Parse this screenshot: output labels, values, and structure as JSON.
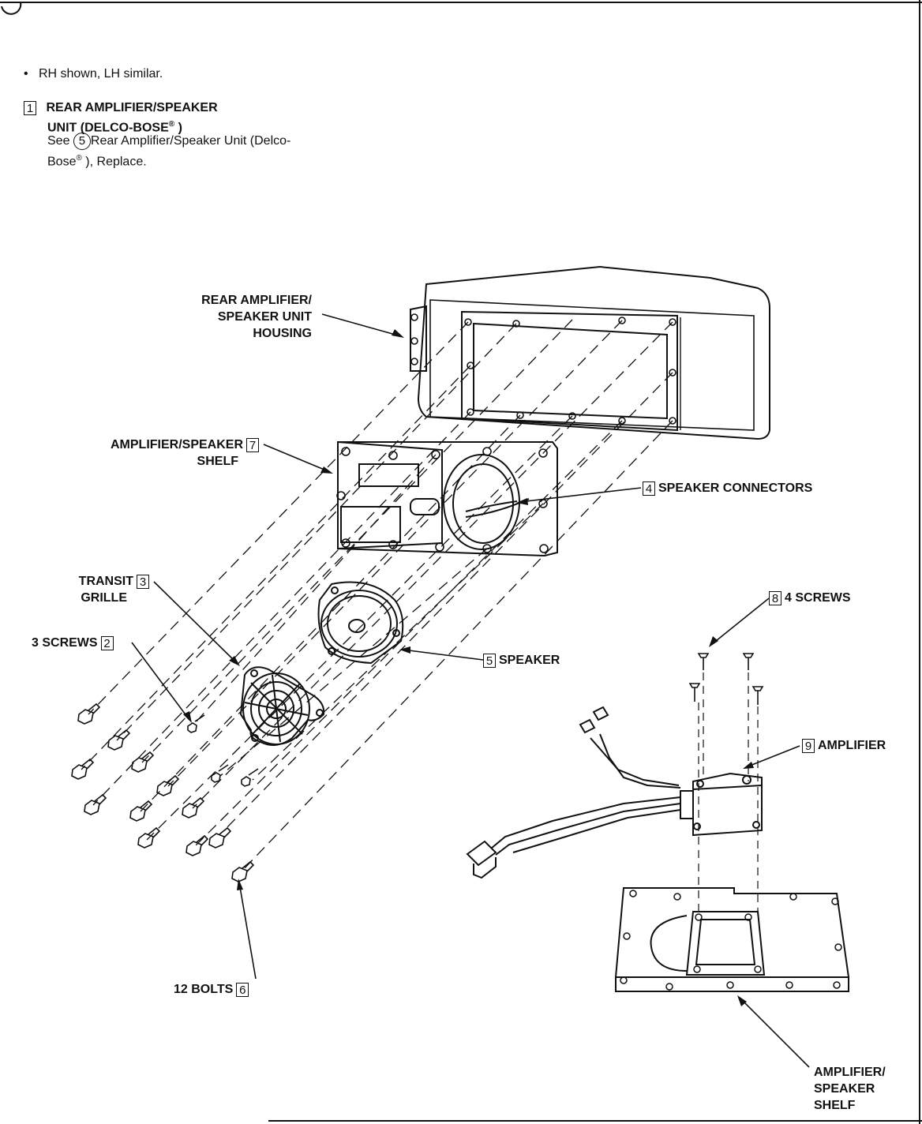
{
  "notes": {
    "bullet": "RH shown, LH similar.",
    "step1": {
      "number": "1",
      "title_line1": "REAR AMPLIFIER/SPEAKER",
      "title_line2": "UNIT (DELCO-BOSE",
      "reg_mark": "®",
      "title_close": " )",
      "see_prefix": "See",
      "see_ref": "5",
      "see_text": "Rear Amplifier/Speaker Unit (Delco-",
      "see_line2_a": "Bose",
      "see_line2_b": " ), Replace."
    }
  },
  "callouts": {
    "housing": {
      "line1": "REAR AMPLIFIER/",
      "line2": "SPEAKER UNIT",
      "line3": "HOUSING"
    },
    "shelf7": {
      "line1": "AMPLIFIER/SPEAKER",
      "line2": "SHELF",
      "number": "7"
    },
    "connectors4": {
      "number": "4",
      "label": "SPEAKER CONNECTORS"
    },
    "grille3": {
      "line1": "TRANSIT",
      "line2": "GRILLE",
      "number": "3"
    },
    "screws2": {
      "label": "3 SCREWS",
      "number": "2"
    },
    "speaker5": {
      "number": "5",
      "label": "SPEAKER"
    },
    "screws8": {
      "number": "8",
      "label": "4 SCREWS"
    },
    "amplifier9": {
      "number": "9",
      "label": "AMPLIFIER"
    },
    "bolts6": {
      "label": "12 BOLTS",
      "number": "6"
    },
    "shelf_lower": {
      "line1": "AMPLIFIER/",
      "line2": "SPEAKER",
      "line3": "SHELF"
    }
  }
}
